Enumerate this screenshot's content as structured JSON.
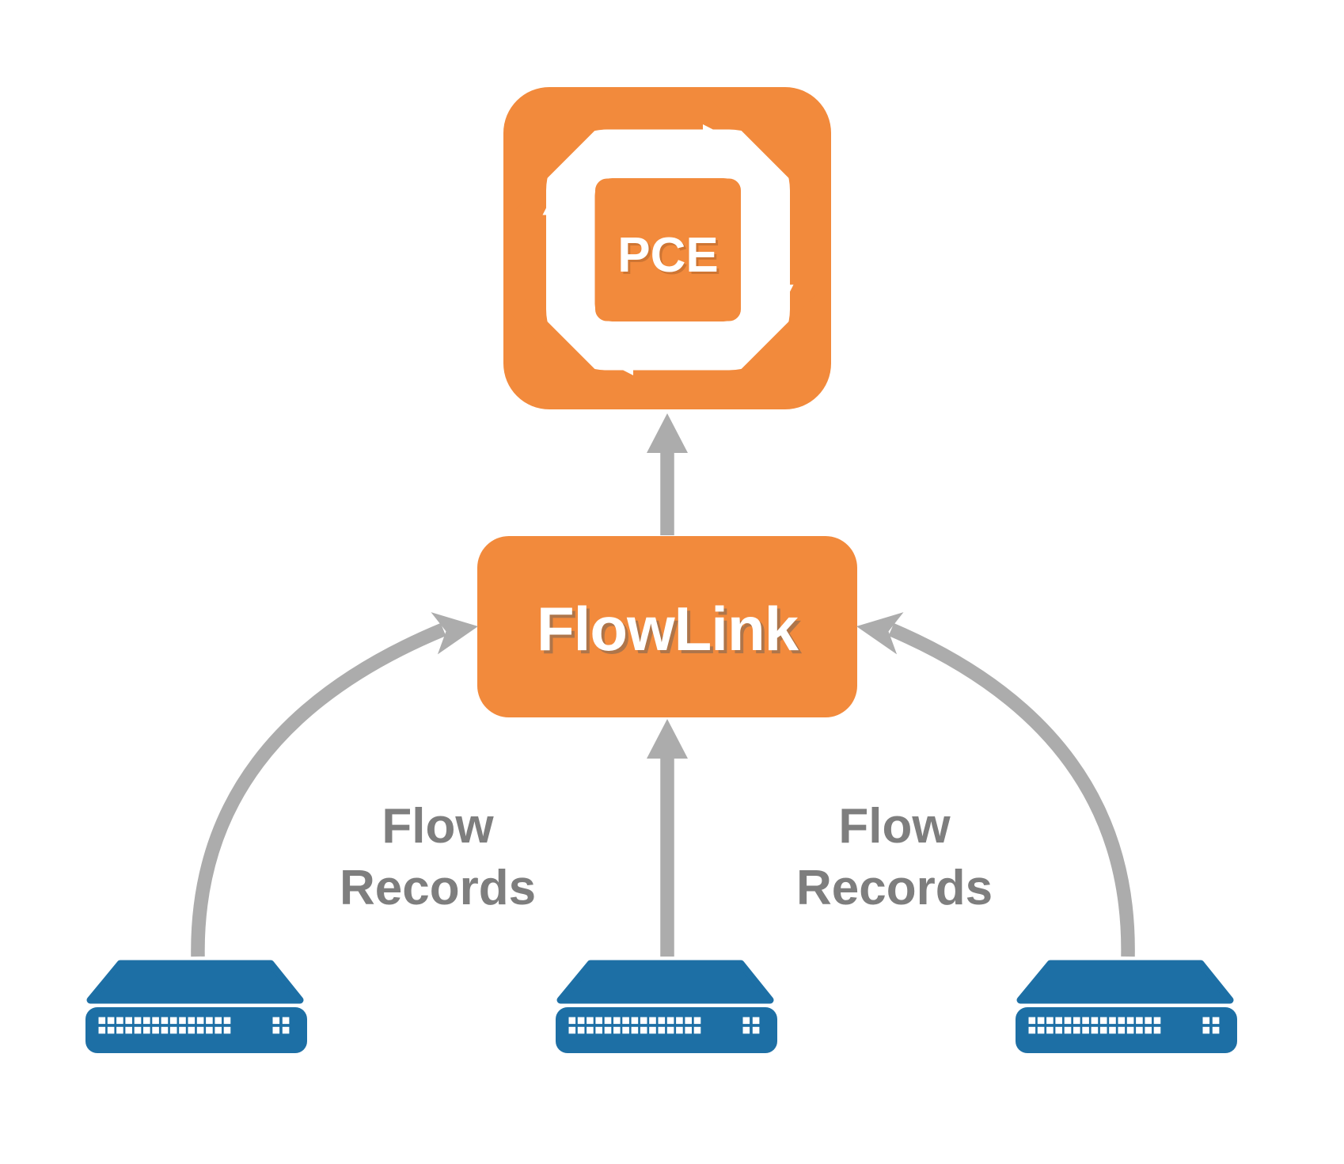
{
  "diagram": {
    "nodes": {
      "pce": {
        "label": "PCE",
        "icon": "cycle-arrows-icon"
      },
      "flowlink": {
        "label": "FlowLink"
      },
      "switch_left": {
        "icon": "network-switch-icon"
      },
      "switch_middle": {
        "icon": "network-switch-icon"
      },
      "switch_right": {
        "icon": "network-switch-icon"
      }
    },
    "edge_labels": {
      "left": {
        "line1": "Flow",
        "line2": "Records"
      },
      "right": {
        "line1": "Flow",
        "line2": "Records"
      }
    },
    "colors": {
      "orange": "#F28A3C",
      "blue": "#1D6FA5",
      "arrow-gray": "#ACACAC",
      "label-gray": "#7E7E7E"
    }
  }
}
